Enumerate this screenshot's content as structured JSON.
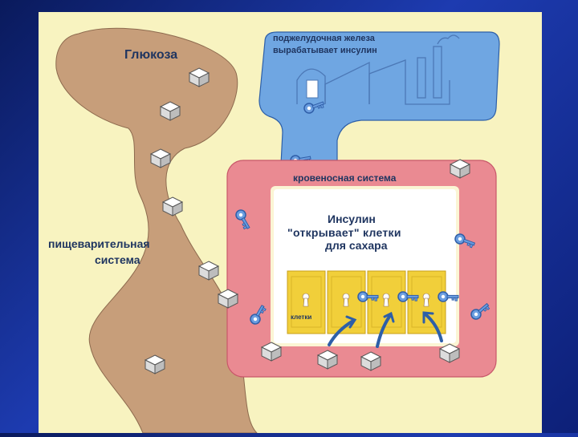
{
  "labels": {
    "glucose": "Глюкоза",
    "digestive_line1": "пищеварительная",
    "digestive_line2": "система",
    "pancreas_line1": "поджелудочная железа",
    "pancreas_line2": "вырабатывает инсулин",
    "blood_system": "кровеносная система",
    "insulin_line1": "Инсулин",
    "insulin_line2": "\"открывает\" клетки",
    "insulin_line3": "для сахара",
    "cells": "клетки"
  },
  "colors": {
    "background": "#10288c",
    "panel": "#f8f3c0",
    "digestive": "#c79e7a",
    "pancreas": "#6fa6e2",
    "blood": "#ea8a92",
    "cell_door": "#f1cf3a",
    "key": "#5b8fd6",
    "label_text": "#1f3560"
  }
}
